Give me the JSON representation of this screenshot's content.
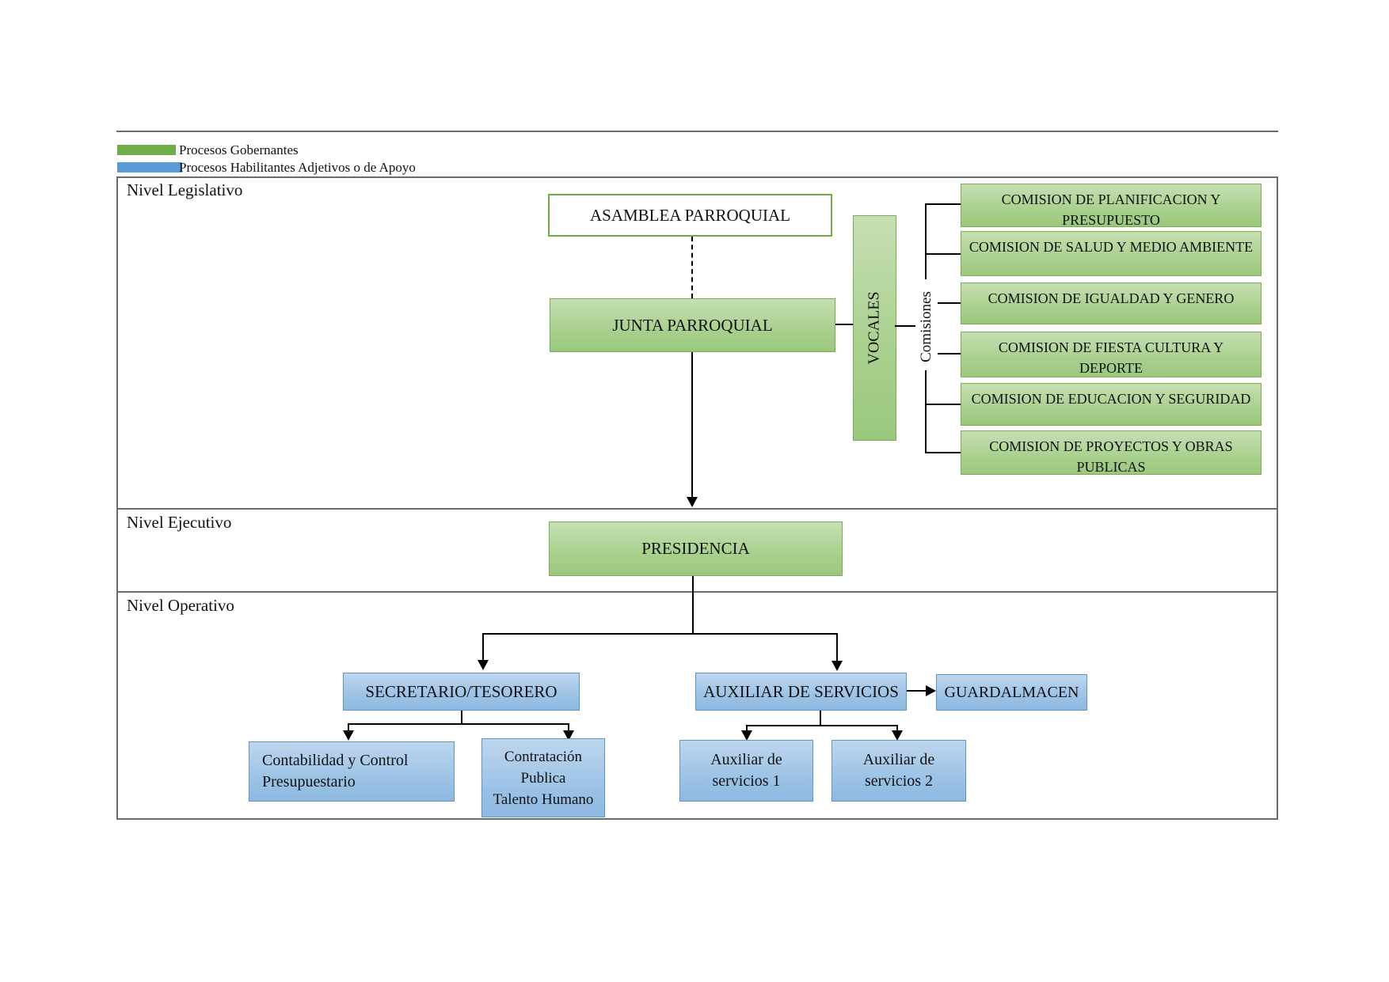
{
  "legend": {
    "items": [
      {
        "label": "Procesos Gobernantes",
        "color": "#6fad49"
      },
      {
        "label": "Procesos Habilitantes Adjetivos o de Apoyo",
        "color": "#5b9bd5"
      }
    ]
  },
  "sections": {
    "legislativo": "Nivel Legislativo",
    "ejecutivo": "Nivel Ejecutivo",
    "operativo": "Nivel Operativo"
  },
  "org": {
    "asamblea": "ASAMBLEA PARROQUIAL",
    "junta": "JUNTA PARROQUIAL",
    "vocales": "VOCALES",
    "comisiones": "Comisiones",
    "presidencia": "PRESIDENCIA",
    "secretario": "SECRETARIO/TESORERO",
    "auxiliar": "AUXILIAR DE SERVICIOS",
    "guardalmacen": "GUARDALMACEN",
    "contabilidad": {
      "line1": "Contabilidad y Control",
      "line2": "Presupuestario"
    },
    "contratacion": {
      "line1": "Contratación",
      "line2": "Publica",
      "line3": "Talento Humano"
    },
    "aux1": {
      "line1": "Auxiliar de",
      "line2": "servicios 1"
    },
    "aux2": {
      "line1": "Auxiliar de",
      "line2": "servicios 2"
    }
  },
  "commissions": [
    {
      "lines": [
        "COMISION DE PLANIFICACION Y",
        "PRESUPUESTO"
      ]
    },
    {
      "lines": [
        "COMISION DE SALUD Y MEDIO AMBIENTE"
      ]
    },
    {
      "lines": [
        "COMISION DE IGUALDAD Y GENERO"
      ]
    },
    {
      "lines": [
        "COMISION DE FIESTA CULTURA Y",
        "DEPORTE"
      ]
    },
    {
      "lines": [
        "COMISION DE EDUCACION Y SEGURIDAD"
      ]
    },
    {
      "lines": [
        "COMISION DE PROYECTOS Y OBRAS",
        "PUBLICAS"
      ]
    }
  ],
  "colors": {
    "green_fill": "#a9d08e",
    "green_border": "#7aac55",
    "blue_fill": "#9dc3e6",
    "blue_border": "#5b96c8",
    "frame": "#6b6b6b",
    "connector": "#000000",
    "legend_green": "#6fad49",
    "legend_blue": "#5b9bd5"
  }
}
